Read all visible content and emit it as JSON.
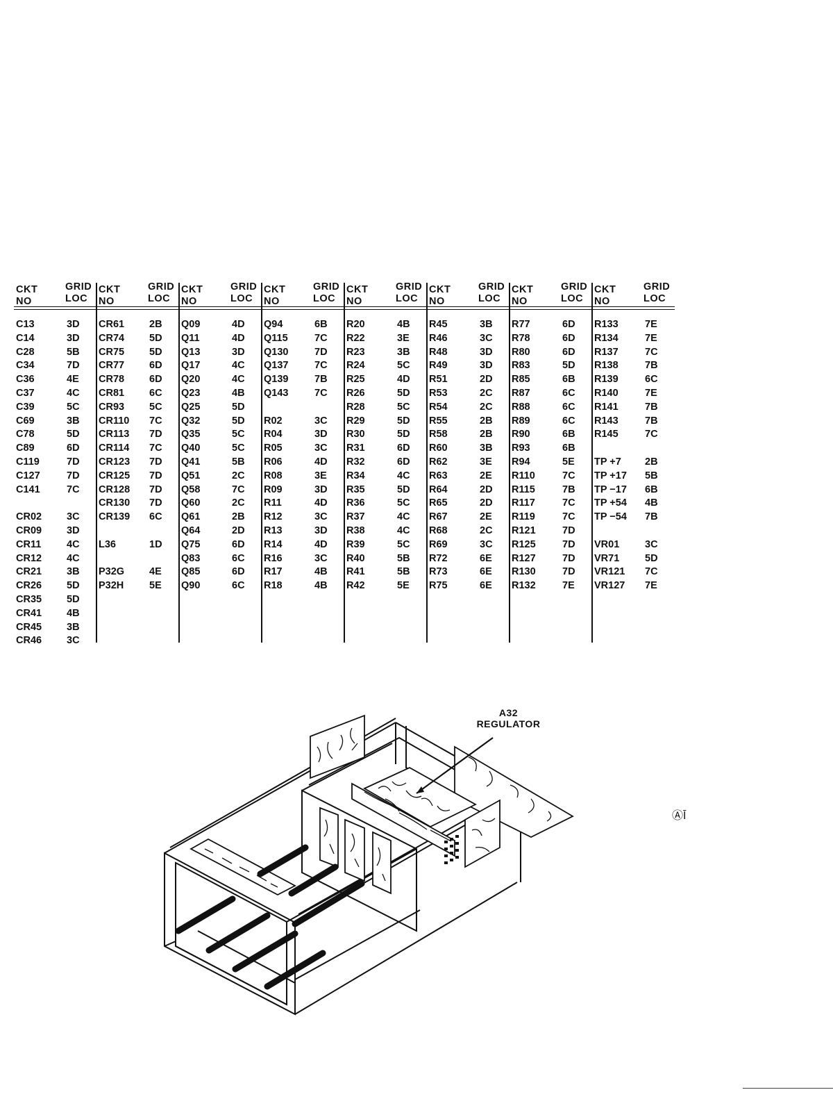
{
  "table": {
    "header": {
      "ckt": "CKT",
      "no": "NO",
      "grid": "GRID",
      "loc": "LOC"
    },
    "columns": [
      {
        "rows": [
          [
            "C13",
            "3D"
          ],
          [
            "C14",
            "3D"
          ],
          [
            "C28",
            "5B"
          ],
          [
            "C34",
            "7D"
          ],
          [
            "C36",
            "4E"
          ],
          [
            "C37",
            "4C"
          ],
          [
            "C39",
            "5C"
          ],
          [
            "C69",
            "3B"
          ],
          [
            "C78",
            "5D"
          ],
          [
            "C89",
            "6D"
          ],
          [
            "C119",
            "7D"
          ],
          [
            "C127",
            "7D"
          ],
          [
            "C141",
            "7C"
          ],
          [
            "",
            ""
          ],
          [
            "CR02",
            "3C"
          ],
          [
            "CR09",
            "3D"
          ],
          [
            "CR11",
            "4C"
          ],
          [
            "CR12",
            "4C"
          ],
          [
            "CR21",
            "3B"
          ],
          [
            "CR26",
            "5D"
          ],
          [
            "CR35",
            "5D"
          ],
          [
            "CR41",
            "4B"
          ],
          [
            "CR45",
            "3B"
          ],
          [
            "CR46",
            "3C"
          ]
        ]
      },
      {
        "rows": [
          [
            "CR61",
            "2B"
          ],
          [
            "CR74",
            "5D"
          ],
          [
            "CR75",
            "5D"
          ],
          [
            "CR77",
            "6D"
          ],
          [
            "CR78",
            "6D"
          ],
          [
            "CR81",
            "6C"
          ],
          [
            "CR93",
            "5C"
          ],
          [
            "CR110",
            "7C"
          ],
          [
            "CR113",
            "7D"
          ],
          [
            "CR114",
            "7C"
          ],
          [
            "CR123",
            "7D"
          ],
          [
            "CR125",
            "7D"
          ],
          [
            "CR128",
            "7D"
          ],
          [
            "CR130",
            "7D"
          ],
          [
            "CR139",
            "6C"
          ],
          [
            "",
            ""
          ],
          [
            "L36",
            "1D"
          ],
          [
            "",
            ""
          ],
          [
            "P32G",
            "4E"
          ],
          [
            "P32H",
            "5E"
          ]
        ]
      },
      {
        "rows": [
          [
            "Q09",
            "4D"
          ],
          [
            "Q11",
            "4D"
          ],
          [
            "Q13",
            "3D"
          ],
          [
            "Q17",
            "4C"
          ],
          [
            "Q20",
            "4C"
          ],
          [
            "Q23",
            "4B"
          ],
          [
            "Q25",
            "5D"
          ],
          [
            "Q32",
            "5D"
          ],
          [
            "Q35",
            "5C"
          ],
          [
            "Q40",
            "5C"
          ],
          [
            "Q41",
            "5B"
          ],
          [
            "Q51",
            "2C"
          ],
          [
            "Q58",
            "7C"
          ],
          [
            "Q60",
            "2C"
          ],
          [
            "Q61",
            "2B"
          ],
          [
            "Q64",
            "2D"
          ],
          [
            "Q75",
            "6D"
          ],
          [
            "Q83",
            "6C"
          ],
          [
            "Q85",
            "6D"
          ],
          [
            "Q90",
            "6C"
          ]
        ]
      },
      {
        "rows": [
          [
            "Q94",
            "6B"
          ],
          [
            "Q115",
            "7C"
          ],
          [
            "Q130",
            "7D"
          ],
          [
            "Q137",
            "7C"
          ],
          [
            "Q139",
            "7B"
          ],
          [
            "Q143",
            "7C"
          ],
          [
            "",
            ""
          ],
          [
            "R02",
            "3C"
          ],
          [
            "R04",
            "3D"
          ],
          [
            "R05",
            "3C"
          ],
          [
            "R06",
            "4D"
          ],
          [
            "R08",
            "3E"
          ],
          [
            "R09",
            "3D"
          ],
          [
            "R11",
            "4D"
          ],
          [
            "R12",
            "3C"
          ],
          [
            "R13",
            "3D"
          ],
          [
            "R14",
            "4D"
          ],
          [
            "R16",
            "3C"
          ],
          [
            "R17",
            "4B"
          ],
          [
            "R18",
            "4B"
          ]
        ]
      },
      {
        "rows": [
          [
            "R20",
            "4B"
          ],
          [
            "R22",
            "3E"
          ],
          [
            "R23",
            "3B"
          ],
          [
            "R24",
            "5C"
          ],
          [
            "R25",
            "4D"
          ],
          [
            "R26",
            "5D"
          ],
          [
            "R28",
            "5C"
          ],
          [
            "R29",
            "5D"
          ],
          [
            "R30",
            "5D"
          ],
          [
            "R31",
            "6D"
          ],
          [
            "R32",
            "6D"
          ],
          [
            "R34",
            "4C"
          ],
          [
            "R35",
            "5D"
          ],
          [
            "R36",
            "5C"
          ],
          [
            "R37",
            "4C"
          ],
          [
            "R38",
            "4C"
          ],
          [
            "R39",
            "5C"
          ],
          [
            "R40",
            "5B"
          ],
          [
            "R41",
            "5B"
          ],
          [
            "R42",
            "5E"
          ]
        ]
      },
      {
        "rows": [
          [
            "R45",
            "3B"
          ],
          [
            "R46",
            "3C"
          ],
          [
            "R48",
            "3D"
          ],
          [
            "R49",
            "3D"
          ],
          [
            "R51",
            "2D"
          ],
          [
            "R53",
            "2C"
          ],
          [
            "R54",
            "2C"
          ],
          [
            "R55",
            "2B"
          ],
          [
            "R58",
            "2B"
          ],
          [
            "R60",
            "3B"
          ],
          [
            "R62",
            "3E"
          ],
          [
            "R63",
            "2E"
          ],
          [
            "R64",
            "2D"
          ],
          [
            "R65",
            "2D"
          ],
          [
            "R67",
            "2E"
          ],
          [
            "R68",
            "2C"
          ],
          [
            "R69",
            "3C"
          ],
          [
            "R72",
            "6E"
          ],
          [
            "R73",
            "6E"
          ],
          [
            "R75",
            "6E"
          ]
        ]
      },
      {
        "rows": [
          [
            "R77",
            "6D"
          ],
          [
            "R78",
            "6D"
          ],
          [
            "R80",
            "6D"
          ],
          [
            "R83",
            "5D"
          ],
          [
            "R85",
            "6B"
          ],
          [
            "R87",
            "6C"
          ],
          [
            "R88",
            "6C"
          ],
          [
            "R89",
            "6C"
          ],
          [
            "R90",
            "6B"
          ],
          [
            "R93",
            "6B"
          ],
          [
            "R94",
            "5E"
          ],
          [
            "R110",
            "7C"
          ],
          [
            "R115",
            "7B"
          ],
          [
            "R117",
            "7C"
          ],
          [
            "R119",
            "7C"
          ],
          [
            "R121",
            "7D"
          ],
          [
            "R125",
            "7D"
          ],
          [
            "R127",
            "7D"
          ],
          [
            "R130",
            "7D"
          ],
          [
            "R132",
            "7E"
          ]
        ]
      },
      {
        "rows": [
          [
            "R133",
            "7E"
          ],
          [
            "R134",
            "7E"
          ],
          [
            "R137",
            "7C"
          ],
          [
            "R138",
            "7B"
          ],
          [
            "R139",
            "6C"
          ],
          [
            "R140",
            "7E"
          ],
          [
            "R141",
            "7B"
          ],
          [
            "R143",
            "7B"
          ],
          [
            "R145",
            "7C"
          ],
          [
            "",
            ""
          ],
          [
            "TP +7",
            "2B"
          ],
          [
            "TP +17",
            "5B"
          ],
          [
            "TP −17",
            "6B"
          ],
          [
            "TP +54",
            "4B"
          ],
          [
            "TP −54",
            "7B"
          ],
          [
            "",
            ""
          ],
          [
            "VR01",
            "3C"
          ],
          [
            "VR71",
            "5D"
          ],
          [
            "VR121",
            "7C"
          ],
          [
            "VR127",
            "7E"
          ]
        ]
      }
    ]
  },
  "callout": {
    "line1": "A32",
    "line2": "REGULATOR"
  },
  "revision_mark": {
    "symbol": "Ⓐ",
    "suffix": "Ī"
  }
}
